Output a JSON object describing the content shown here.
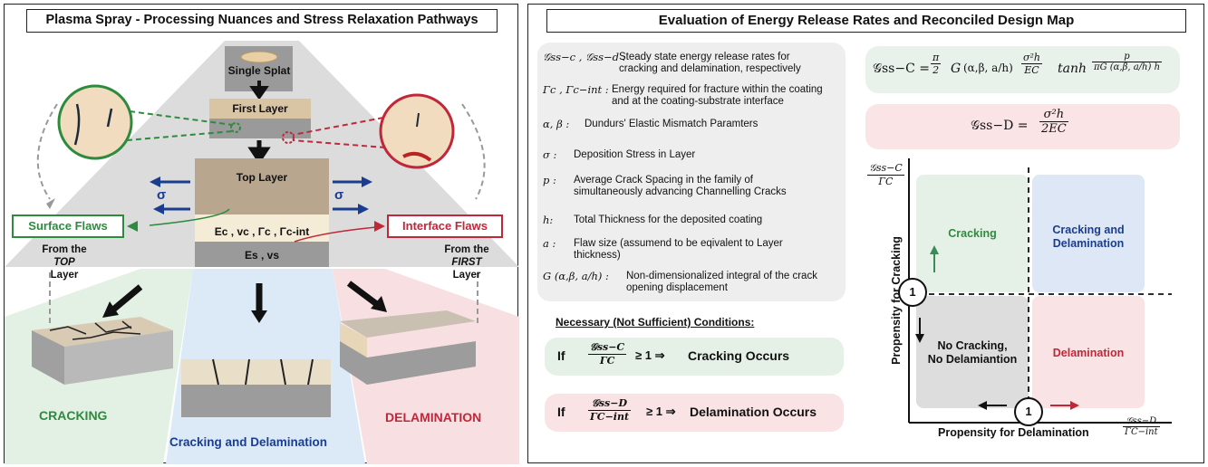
{
  "left": {
    "title": "Plasma Spray - Processing Nuances and Stress Relaxation Pathways",
    "single_splat": "Single Splat",
    "first_layer": "First Layer",
    "top_layer": "Top Layer",
    "sigma": "σ",
    "coating_props": "Ec , vc , Γc , Γc-int",
    "substrate_props": "Es , vs",
    "surface_flaws": "Surface Flaws",
    "interface_flaws": "Interface Flaws",
    "from_top": [
      "From the",
      "TOP",
      "Layer"
    ],
    "from_first": [
      "From the",
      "FIRST",
      "Layer"
    ],
    "outcome_cracking": "CRACKING",
    "outcome_both": "Cracking and Delamination",
    "outcome_delamination": "DELAMINATION",
    "colors": {
      "green": "#2e8b3e",
      "red": "#c0283a",
      "blue": "#1a3d8f",
      "bg_green": "#e3f1e4",
      "bg_blue": "#dceaf7",
      "bg_red": "#f8e0e2"
    }
  },
  "right": {
    "title": "Evaluation of Energy Release Rates and Reconciled Design Map",
    "definitions": [
      {
        "symbol": "𝒢ss−c ,  𝒢ss−d :",
        "text": "Steady state energy release rates for cracking and delamination, respectively"
      },
      {
        "symbol": "Γc , Γc−int :",
        "text": "Energy required for fracture within the coating and at the coating-substrate interface"
      },
      {
        "symbol": "α, β :",
        "text": "Dundurs' Elastic Mismatch Paramters"
      },
      {
        "symbol": "σ :",
        "text": "Deposition Stress in Layer"
      },
      {
        "symbol": "p :",
        "text": "Average Crack Spacing in the family of simultaneously advancing Channelling Cracks"
      },
      {
        "symbol": "h:",
        "text": "Total Thickness for the deposited coating"
      },
      {
        "symbol": "a :",
        "text": "Flaw size (assumend to be eqivalent to Layer thickness)"
      },
      {
        "symbol": "G (α,β, a/h) :",
        "text": "Non-dimensionalized integral of the crack opening displacement"
      }
    ],
    "conditions_title": "Necessary (Not Sufficient)  Conditions:",
    "cond1": {
      "if": "If",
      "num": "𝒢ss−C",
      "den": "ΓC",
      "rel": "≥ 1 ⇒",
      "result": "Cracking Occurs"
    },
    "cond2": {
      "if": "If",
      "num": "𝒢ss−D",
      "den": "ΓC−int",
      "rel": "≥ 1 ⇒",
      "result": "Delamination Occurs"
    },
    "eq1": {
      "lhs": "𝒢ss−C =",
      "pi": "π",
      "two": "2",
      "g": "G",
      "args": "(α,β, a/h)",
      "sig": "σ²h",
      "ec": "EC",
      "tanh": "tanh",
      "p": "p",
      "pig": "πG (α,β, a/h) h"
    },
    "eq2": {
      "lhs": "𝒢ss−D =",
      "num": "σ²h",
      "den": "2EC"
    },
    "map": {
      "y_axis_frac_num": "𝒢ss−C",
      "y_axis_frac_den": "ΓC",
      "x_axis_frac_num": "𝒢ss−D",
      "x_axis_frac_den": "ΓC−int",
      "y_label": "Propensity for Cracking",
      "x_label": "Propensity for Delamination",
      "q_cracking": "Cracking",
      "q_both": [
        "Cracking and",
        "Delamination"
      ],
      "q_none": [
        "No Cracking,",
        "No Delamiantion"
      ],
      "q_delam": "Delamination",
      "one": "1"
    }
  }
}
